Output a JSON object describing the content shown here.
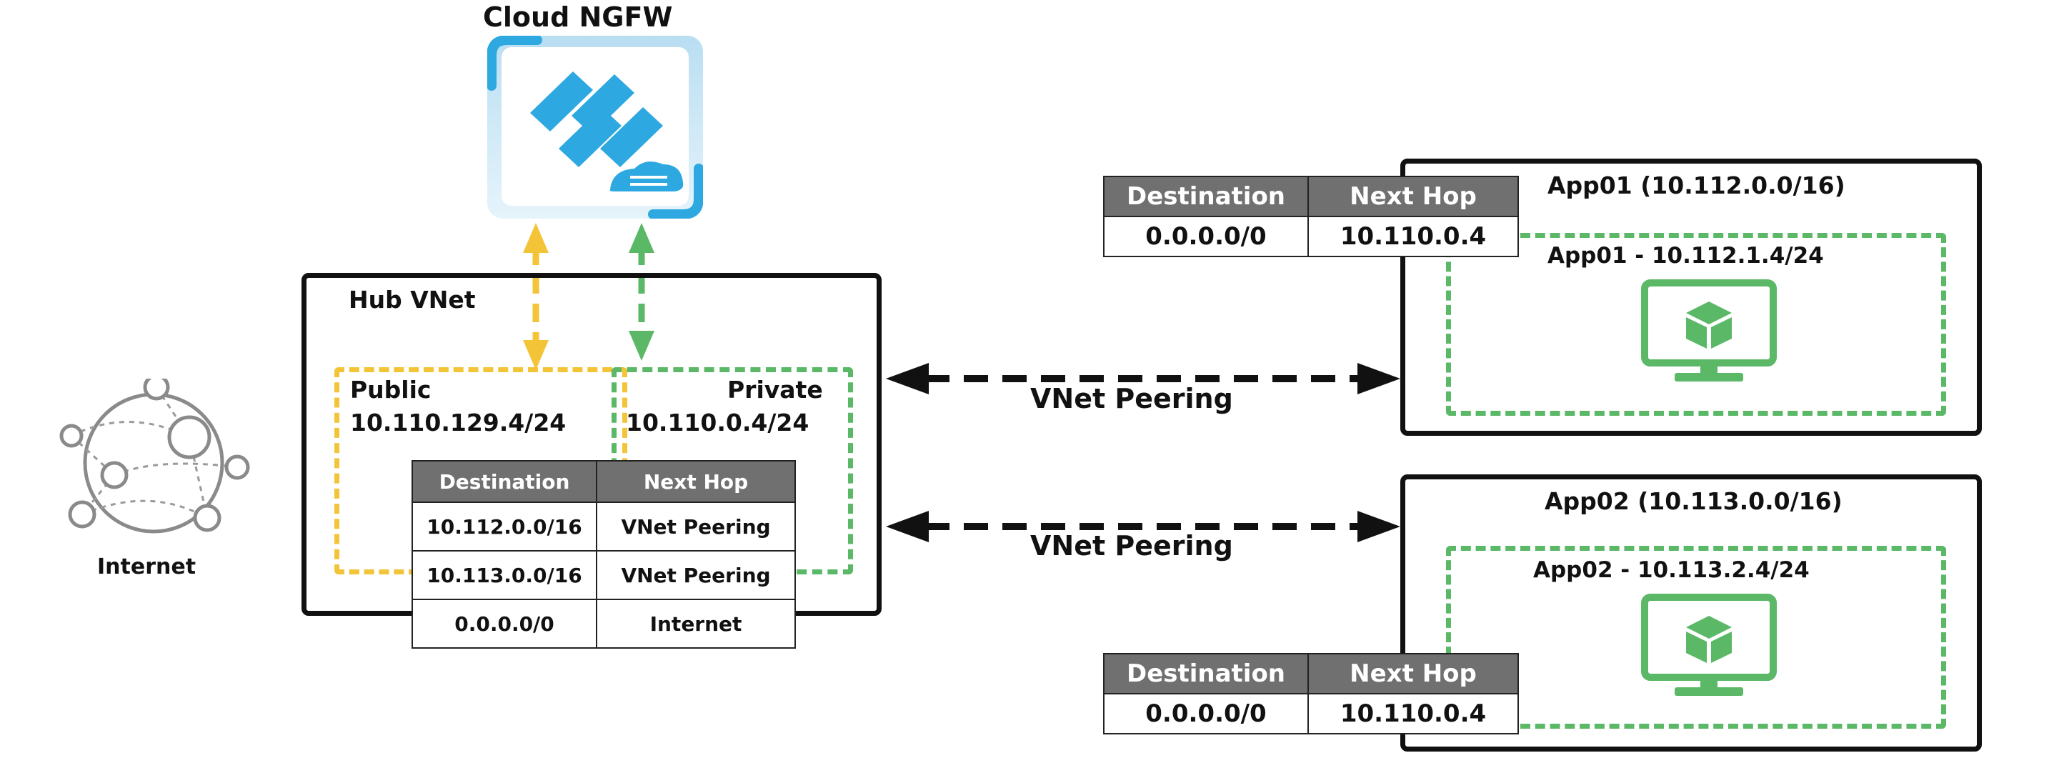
{
  "ngfw": {
    "title": "Cloud NGFW",
    "icon": "cloud-ngfw-logo-icon"
  },
  "internet": {
    "label": "Internet",
    "icon": "internet-globe-icon"
  },
  "hub": {
    "title": "Hub VNet",
    "public_subnet": {
      "name": "Public",
      "address": "10.110.129.4/24"
    },
    "private_subnet": {
      "name": "Private",
      "address": "10.110.0.4/24"
    },
    "route_table": {
      "headers": [
        "Destination",
        "Next Hop"
      ],
      "rows": [
        [
          "10.112.0.0/16",
          "VNet Peering"
        ],
        [
          "10.113.0.0/16",
          "VNet Peering"
        ],
        [
          "0.0.0.0/0",
          "Internet"
        ]
      ]
    }
  },
  "peering": {
    "label_1": "VNet Peering",
    "label_2": "VNet Peering"
  },
  "app01": {
    "vnet": "App01 (10.112.0.0/16)",
    "subnet": "App01 - 10.112.1.4/24",
    "icon": "vm-monitor-icon",
    "route_table": {
      "headers": [
        "Destination",
        "Next Hop"
      ],
      "rows": [
        [
          "0.0.0.0/0",
          "10.110.0.4"
        ]
      ]
    }
  },
  "app02": {
    "vnet": "App02 (10.113.0.0/16)",
    "subnet": "App02 - 10.113.2.4/24",
    "icon": "vm-monitor-icon",
    "route_table": {
      "headers": [
        "Destination",
        "Next Hop"
      ],
      "rows": [
        [
          "0.0.0.0/0",
          "10.110.0.4"
        ]
      ]
    }
  },
  "colors": {
    "public": "#f3c437",
    "private": "#5bb867",
    "ngfw_accent": "#2ea8e0",
    "border": "#111111",
    "table_header": "#707070"
  }
}
